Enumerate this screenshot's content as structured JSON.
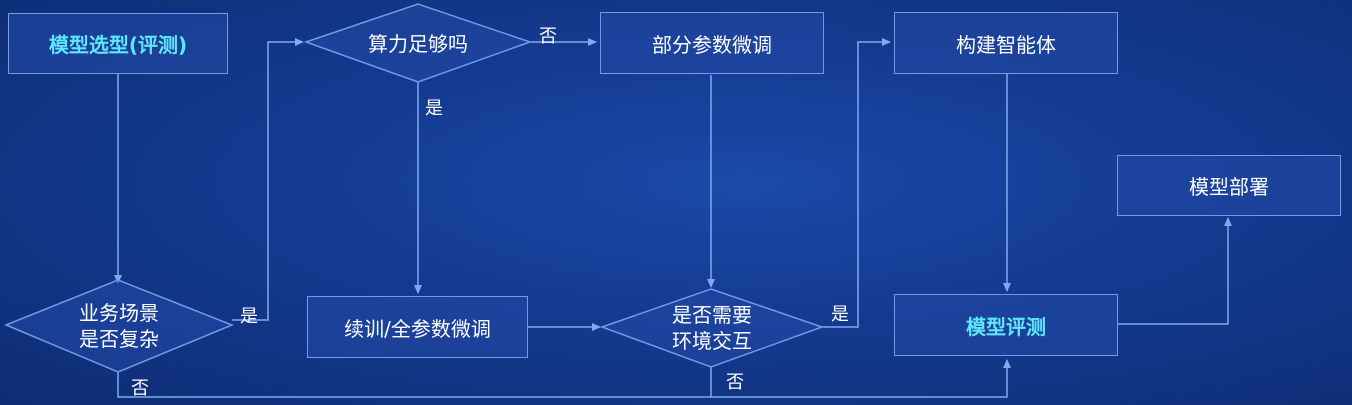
{
  "nodes": {
    "model_selection": "模型选型(评测)",
    "compute_enough": "算力足够吗",
    "partial_finetune": "部分参数微调",
    "build_agent": "构建智能体",
    "model_deploy": "模型部署",
    "business_complex_line1": "业务场景",
    "business_complex_line2": "是否复杂",
    "continue_full_finetune": "续训/全参数微调",
    "need_env_line1": "是否需要",
    "need_env_line2": "环境交互",
    "model_eval": "模型评测"
  },
  "labels": {
    "compute_no": "否",
    "compute_yes": "是",
    "business_yes": "是",
    "business_no": "否",
    "env_yes": "是",
    "env_no": "否"
  },
  "colors": {
    "background": "#143a90",
    "line": "#6f9ce6",
    "highlight_text": "#5fe6ff"
  }
}
